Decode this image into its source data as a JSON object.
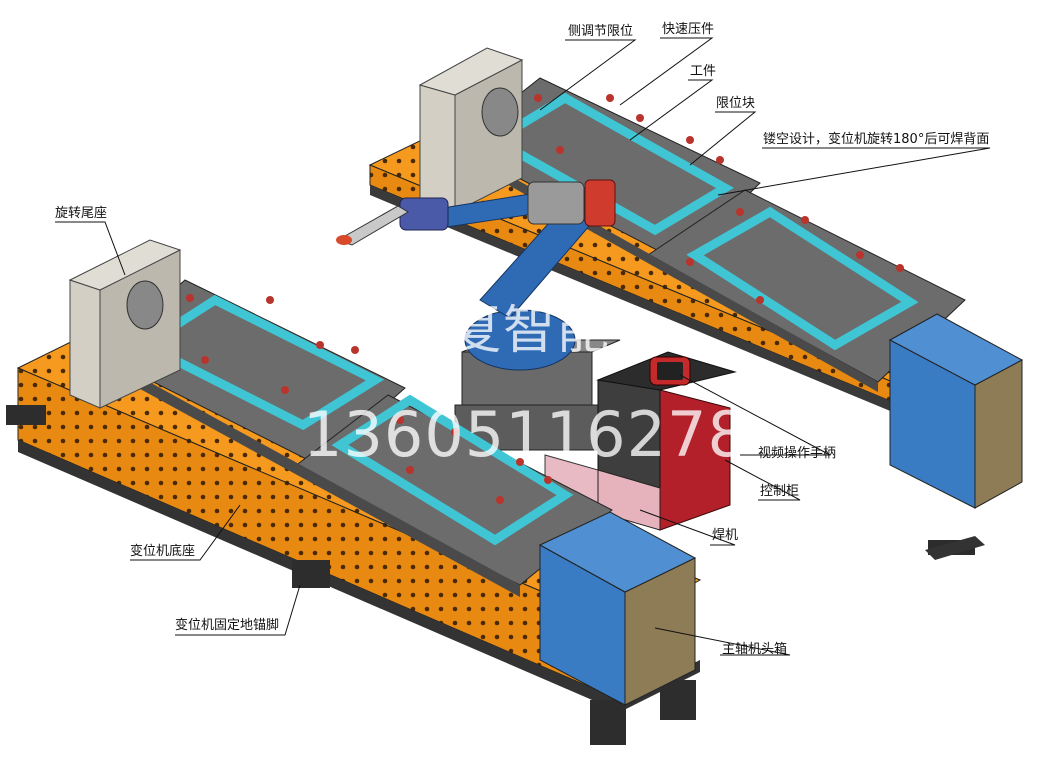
{
  "labels": {
    "side_limit": "侧调节限位",
    "quick_clamp": "快速压件",
    "workpiece": "工件",
    "limit_block": "限位块",
    "hollow_design": "镂空设计，变位机旋转180°后可焊背面",
    "tail_seat": "旋转尾座",
    "teach_pendant": "视频操作手柄",
    "control_cabinet": "控制柜",
    "welder": "焊机",
    "positioner_base": "变位机底座",
    "anchor_foot": "变位机固定地锚脚",
    "headstock": "主轴机头箱"
  },
  "watermark": {
    "text": "广夏智能",
    "phone": "13605116278"
  },
  "colors": {
    "orange": "#f59a1f",
    "cyan": "#3fc5d4",
    "robot_blue": "#2f6bb5",
    "box_blue": "#3a7cc4",
    "gray_plate": "#707070",
    "beige_box": "#d6d2c8",
    "cabinet_red": "#b3202a",
    "welder_pink": "#e6b3bd"
  }
}
